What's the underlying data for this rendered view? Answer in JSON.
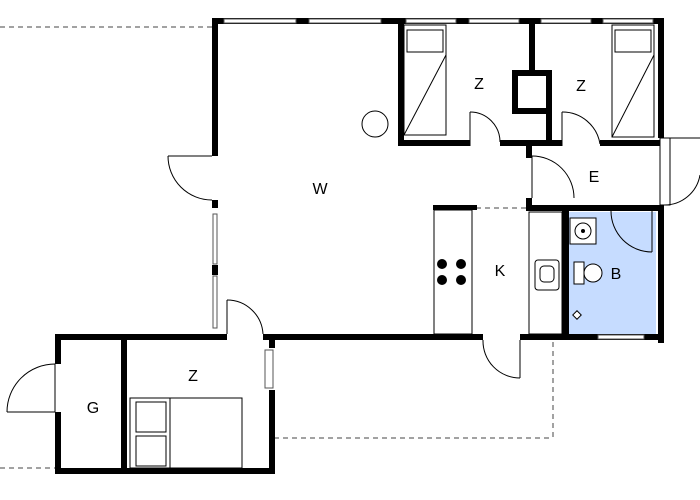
{
  "rooms": {
    "living": "W",
    "bedroom_top_left": "Z",
    "bedroom_top_right": "Z",
    "entry": "E",
    "kitchen": "K",
    "bathroom": "B",
    "bedroom_bottom": "Z",
    "garage": "G"
  },
  "colors": {
    "bathroom_fill": "#c6dcff",
    "wall": "#000000"
  }
}
